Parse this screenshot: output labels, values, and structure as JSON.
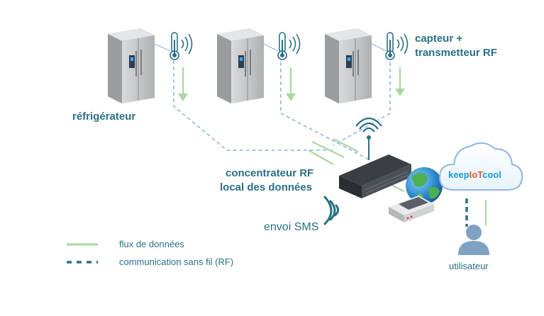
{
  "labels": {
    "refrigerator": "réfrigérateur",
    "sensor_line1": "capteur +",
    "sensor_line2": "transmetteur RF",
    "hub_line1": "concentrateur RF",
    "hub_line2": "local des données",
    "sms": "envoi SMS",
    "user": "utilisateur"
  },
  "brand": {
    "part1": "keep",
    "part2": "IoT",
    "part3": "cool"
  },
  "legend": [
    {
      "text": "flux de données",
      "style": "solid",
      "color": "#a9d8a0"
    },
    {
      "text": "communication sans fil (RF)",
      "style": "dashed",
      "color": "#2a6f86"
    }
  ],
  "colors": {
    "text": "#2a6f86",
    "data_flow": "#a9d8a0",
    "rf_link": "#8fb6e0",
    "brand_keep": "#1a9ad6",
    "brand_iot": "#e85a2a",
    "brand_cool": "#1a9ad6"
  },
  "icons": [
    "fridge-icon",
    "thermometer-icon",
    "wifi-signal-icon",
    "router-icon",
    "globe-icon",
    "modem-icon",
    "cloud-icon",
    "user-icon"
  ]
}
